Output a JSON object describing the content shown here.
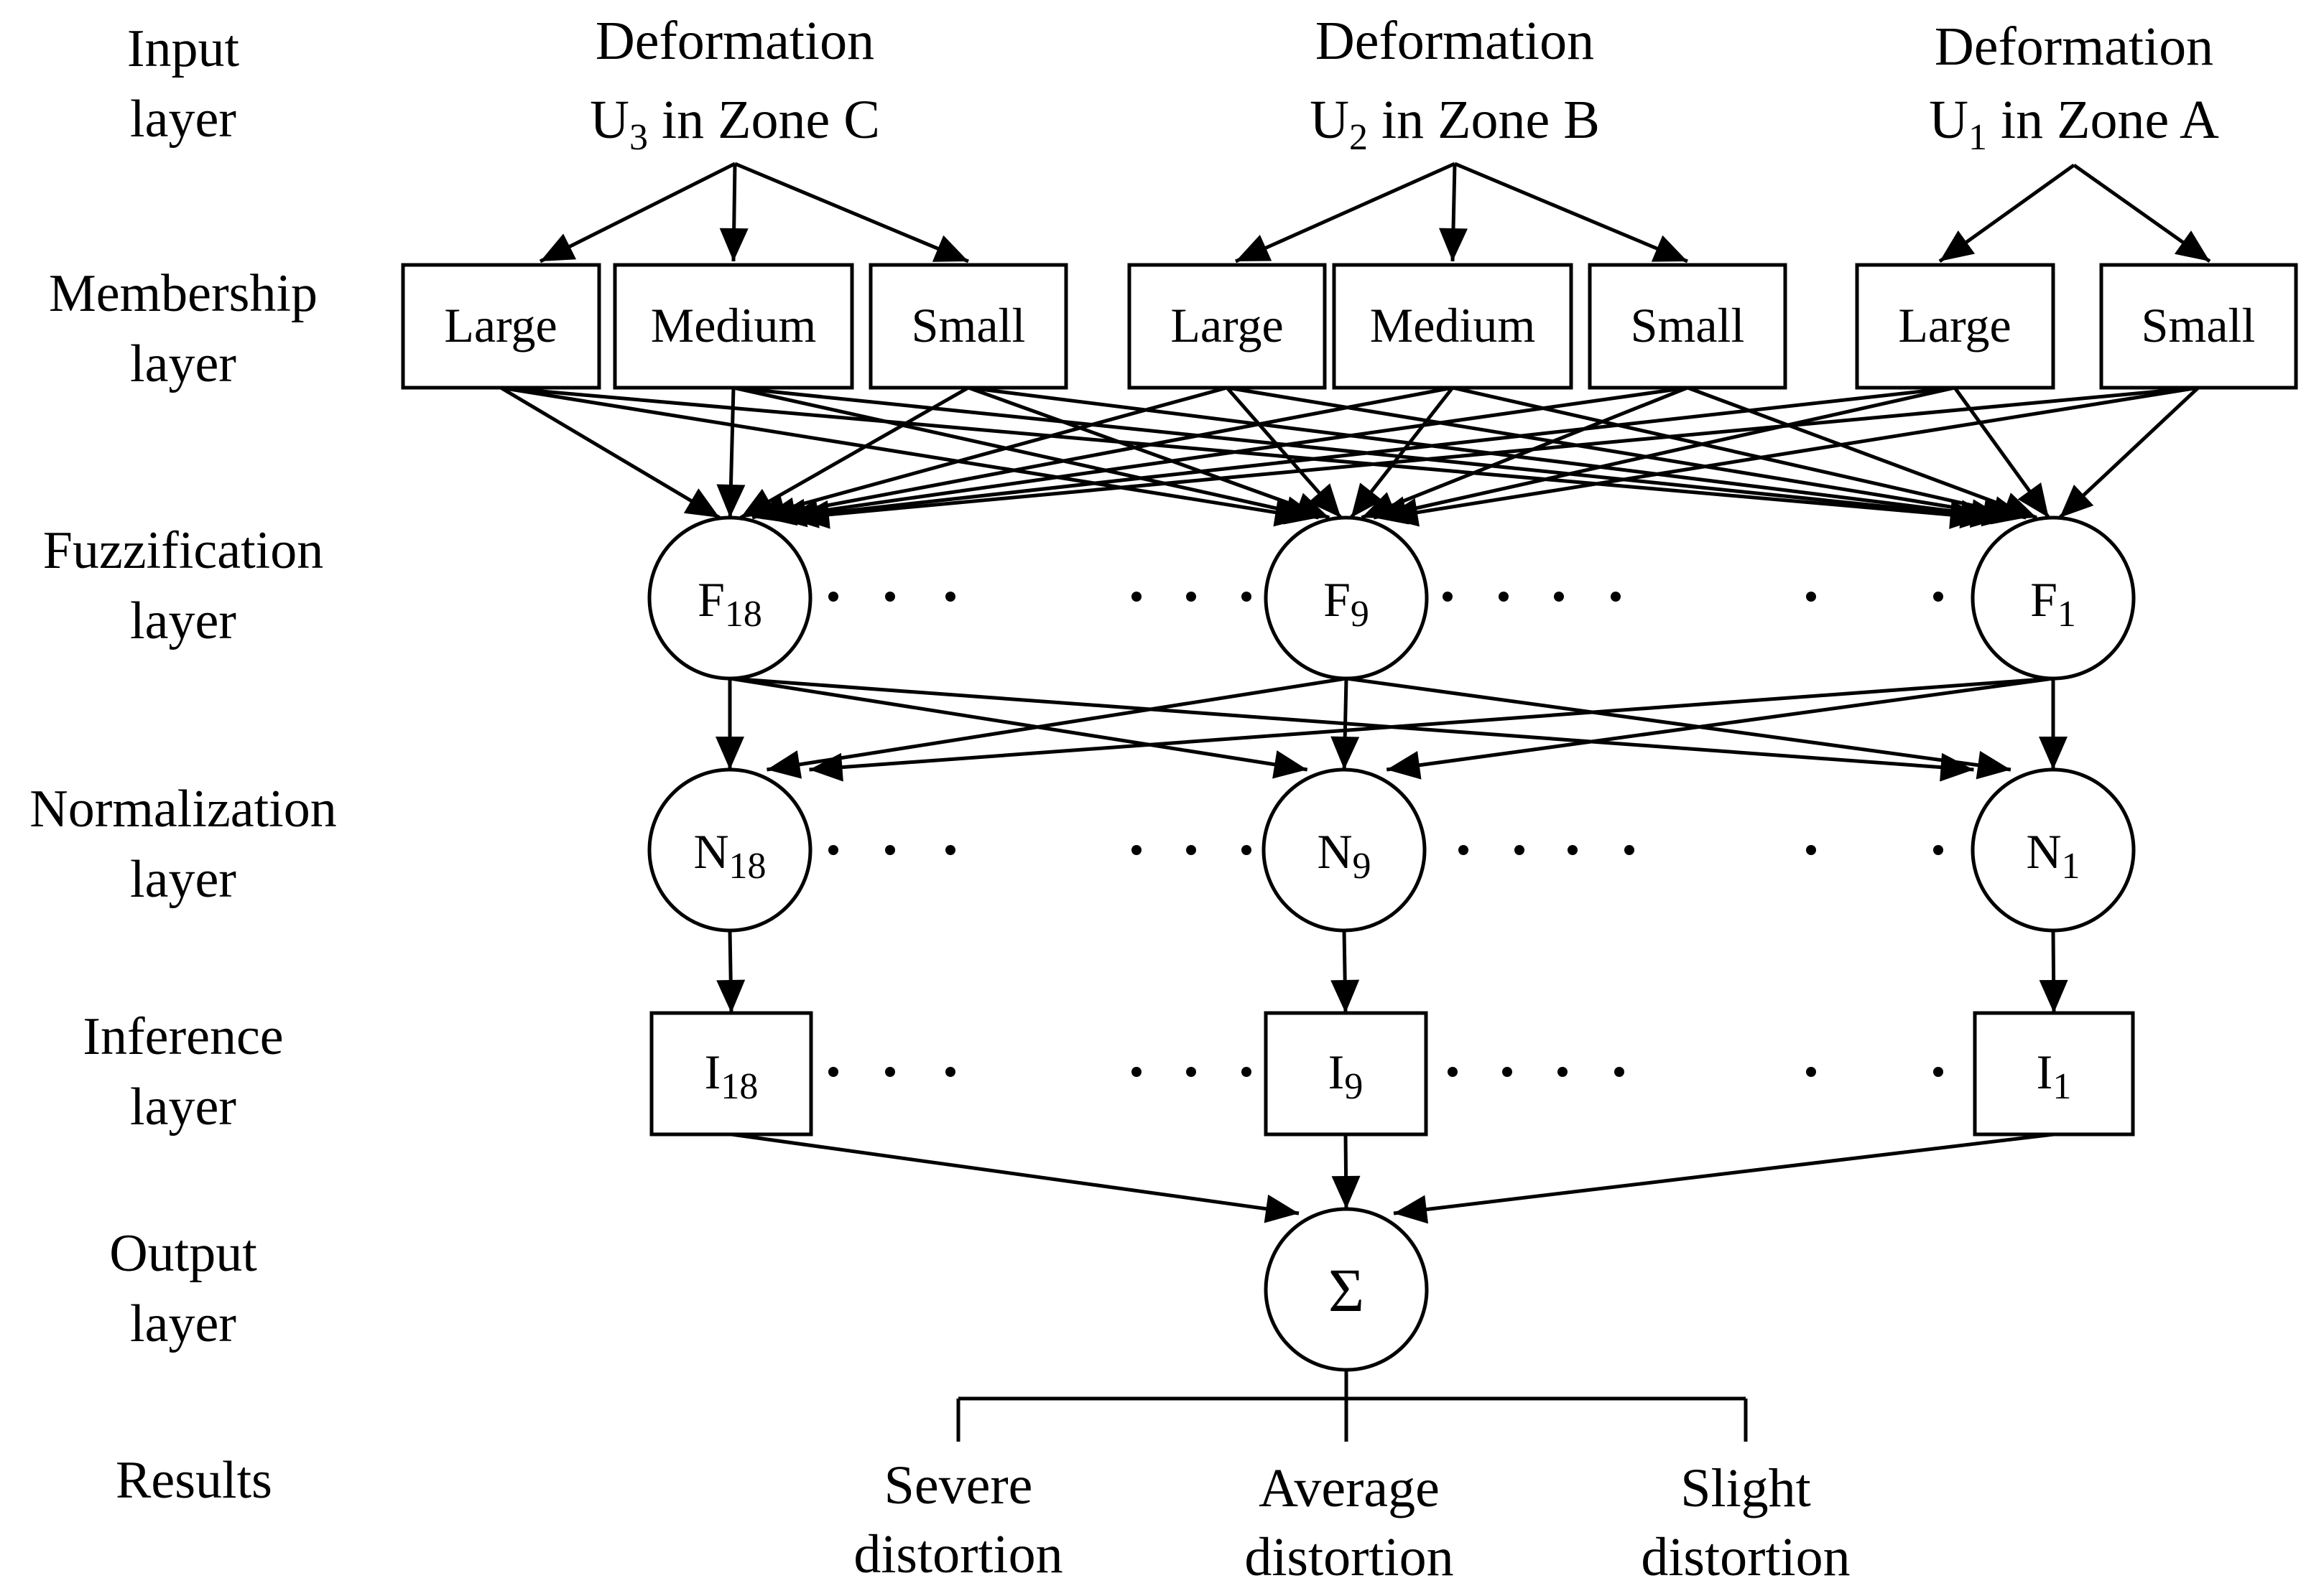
{
  "layer_labels": [
    {
      "line1": "Input",
      "line2": "layer"
    },
    {
      "line1": "Membership",
      "line2": "layer"
    },
    {
      "line1": "Fuzzification",
      "line2": "layer"
    },
    {
      "line1": "Normalization",
      "line2": "layer"
    },
    {
      "line1": "Inference",
      "line2": "layer"
    },
    {
      "line1": "Output",
      "line2": "layer"
    },
    {
      "line1": "Results",
      "line2": ""
    }
  ],
  "inputs": [
    {
      "title": "Deformation",
      "var": "U",
      "sub": "3",
      "zone": " in Zone C"
    },
    {
      "title": "Deformation",
      "var": "U",
      "sub": "2",
      "zone": " in Zone B"
    },
    {
      "title": "Deformation",
      "var": "U",
      "sub": "1",
      "zone": " in Zone A"
    }
  ],
  "membership": [
    "Large",
    "Medium",
    "Small",
    "Large",
    "Medium",
    "Small",
    "Large",
    "Small"
  ],
  "fuzzification": [
    {
      "base": "F",
      "sub": "18"
    },
    {
      "base": "F",
      "sub": "9"
    },
    {
      "base": "F",
      "sub": "1"
    }
  ],
  "normalization": [
    {
      "base": "N",
      "sub": "18"
    },
    {
      "base": "N",
      "sub": "9"
    },
    {
      "base": "N",
      "sub": "1"
    }
  ],
  "inference": [
    {
      "base": "I",
      "sub": "18"
    },
    {
      "base": "I",
      "sub": "9"
    },
    {
      "base": "I",
      "sub": "1"
    }
  ],
  "output": {
    "symbol": "Σ"
  },
  "results": [
    {
      "line1": "Severe",
      "line2": "distortion"
    },
    {
      "line1": "Average",
      "line2": "distortion"
    },
    {
      "line1": "Slight",
      "line2": "distortion"
    }
  ]
}
